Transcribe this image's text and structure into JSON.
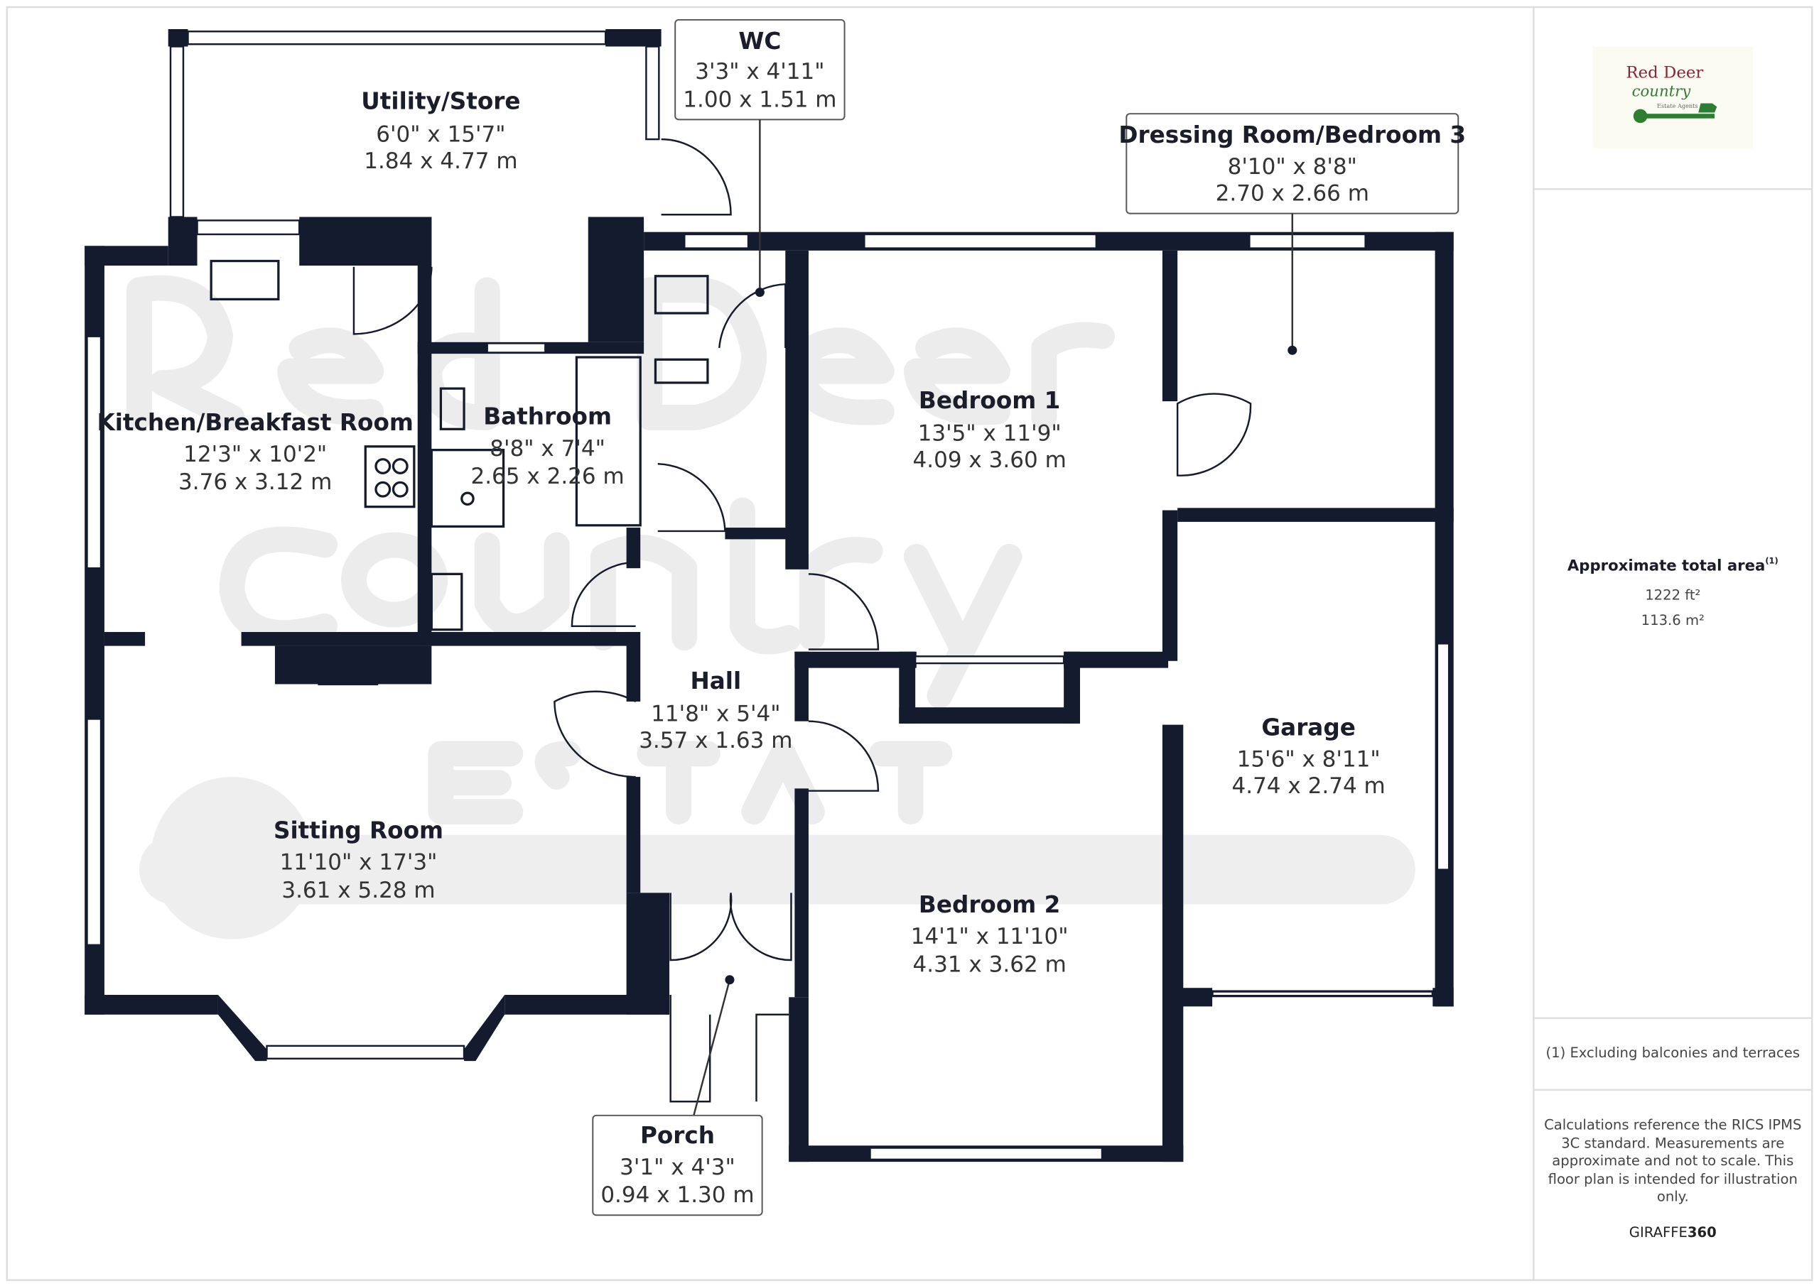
{
  "rooms": {
    "utility": {
      "name": "Utility/Store",
      "imperial": "6'0\" x 15'7\"",
      "metric": "1.84 x 4.77 m"
    },
    "wc": {
      "name": "WC",
      "imperial": "3'3\" x 4'11\"",
      "metric": "1.00 x 1.51 m"
    },
    "dressing": {
      "name": "Dressing Room/Bedroom 3",
      "imperial": "8'10\" x 8'8\"",
      "metric": "2.70 x 2.66 m"
    },
    "kitchen": {
      "name": "Kitchen/Breakfast Room",
      "imperial": "12'3\" x 10'2\"",
      "metric": "3.76 x 3.12 m"
    },
    "bathroom": {
      "name": "Bathroom",
      "imperial": "8'8\" x 7'4\"",
      "metric": "2.65 x 2.26 m"
    },
    "bedroom1": {
      "name": "Bedroom 1",
      "imperial": "13'5\" x 11'9\"",
      "metric": "4.09 x 3.60 m"
    },
    "hall": {
      "name": "Hall",
      "imperial": "11'8\" x 5'4\"",
      "metric": "3.57 x 1.63 m"
    },
    "garage": {
      "name": "Garage",
      "imperial": "15'6\" x 8'11\"",
      "metric": "4.74 x 2.74 m"
    },
    "sitting": {
      "name": "Sitting Room",
      "imperial": "11'10\" x 17'3\"",
      "metric": "3.61 x 5.28 m"
    },
    "bedroom2": {
      "name": "Bedroom 2",
      "imperial": "14'1\" x 11'10\"",
      "metric": "4.31 x 3.62 m"
    },
    "porch": {
      "name": "Porch",
      "imperial": "3'1\" x 4'3\"",
      "metric": "0.94 x 1.30 m"
    }
  },
  "watermark": {
    "line1": "Red Deer",
    "line2": "country",
    "line3": "Estate Agents"
  },
  "logo": {
    "line1": "Red Deer",
    "line2": "country",
    "line3": "Estate Agents"
  },
  "panel": {
    "area_title": "Approximate total area",
    "area_sup": "(1)",
    "area_ft": "1222 ft²",
    "area_m": "113.6 m²",
    "footnote": "(1) Excluding balconies and terraces",
    "disclaimer": [
      "Calculations reference the RICS IPMS",
      "3C standard. Measurements are",
      "approximate and not to scale. This",
      "floor plan is intended for illustration",
      "only."
    ],
    "brand_a": "GIRAFFE",
    "brand_b": "360"
  },
  "colors": {
    "wall": "#151b2e",
    "logo_red": "#8a2333",
    "logo_green": "#2e7d32"
  }
}
